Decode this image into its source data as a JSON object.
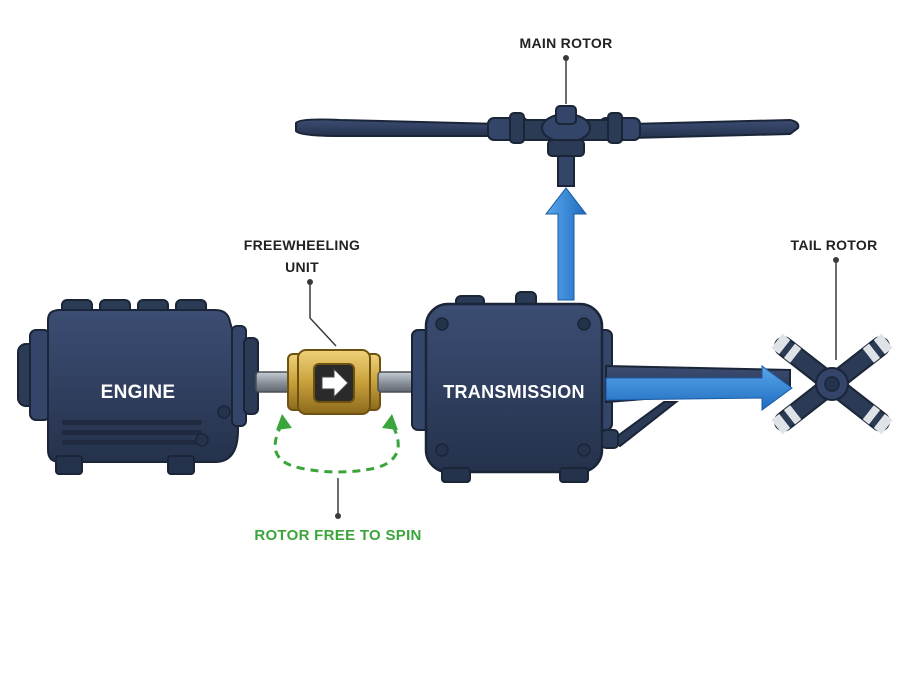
{
  "labels": {
    "main_rotor": "MAIN ROTOR",
    "freewheeling_line1": "FREEWHEELING",
    "freewheeling_line2": "UNIT",
    "tail_rotor": "TAIL ROTOR",
    "engine": "ENGINE",
    "transmission": "TRANSMISSION",
    "rotor_free": "ROTOR FREE TO SPIN"
  },
  "colors": {
    "body_dark": "#2b3a55",
    "body_mid": "#34456a",
    "outline": "#1b2538",
    "shaft_gray": "#9aa3ad",
    "brass": "#c9a13b",
    "arrow_blue": "#2f83d6",
    "free_green": "#3aa53a",
    "leader": "#3a3a3a"
  },
  "icons": {
    "flow_arrow": "arrow-right-icon"
  }
}
